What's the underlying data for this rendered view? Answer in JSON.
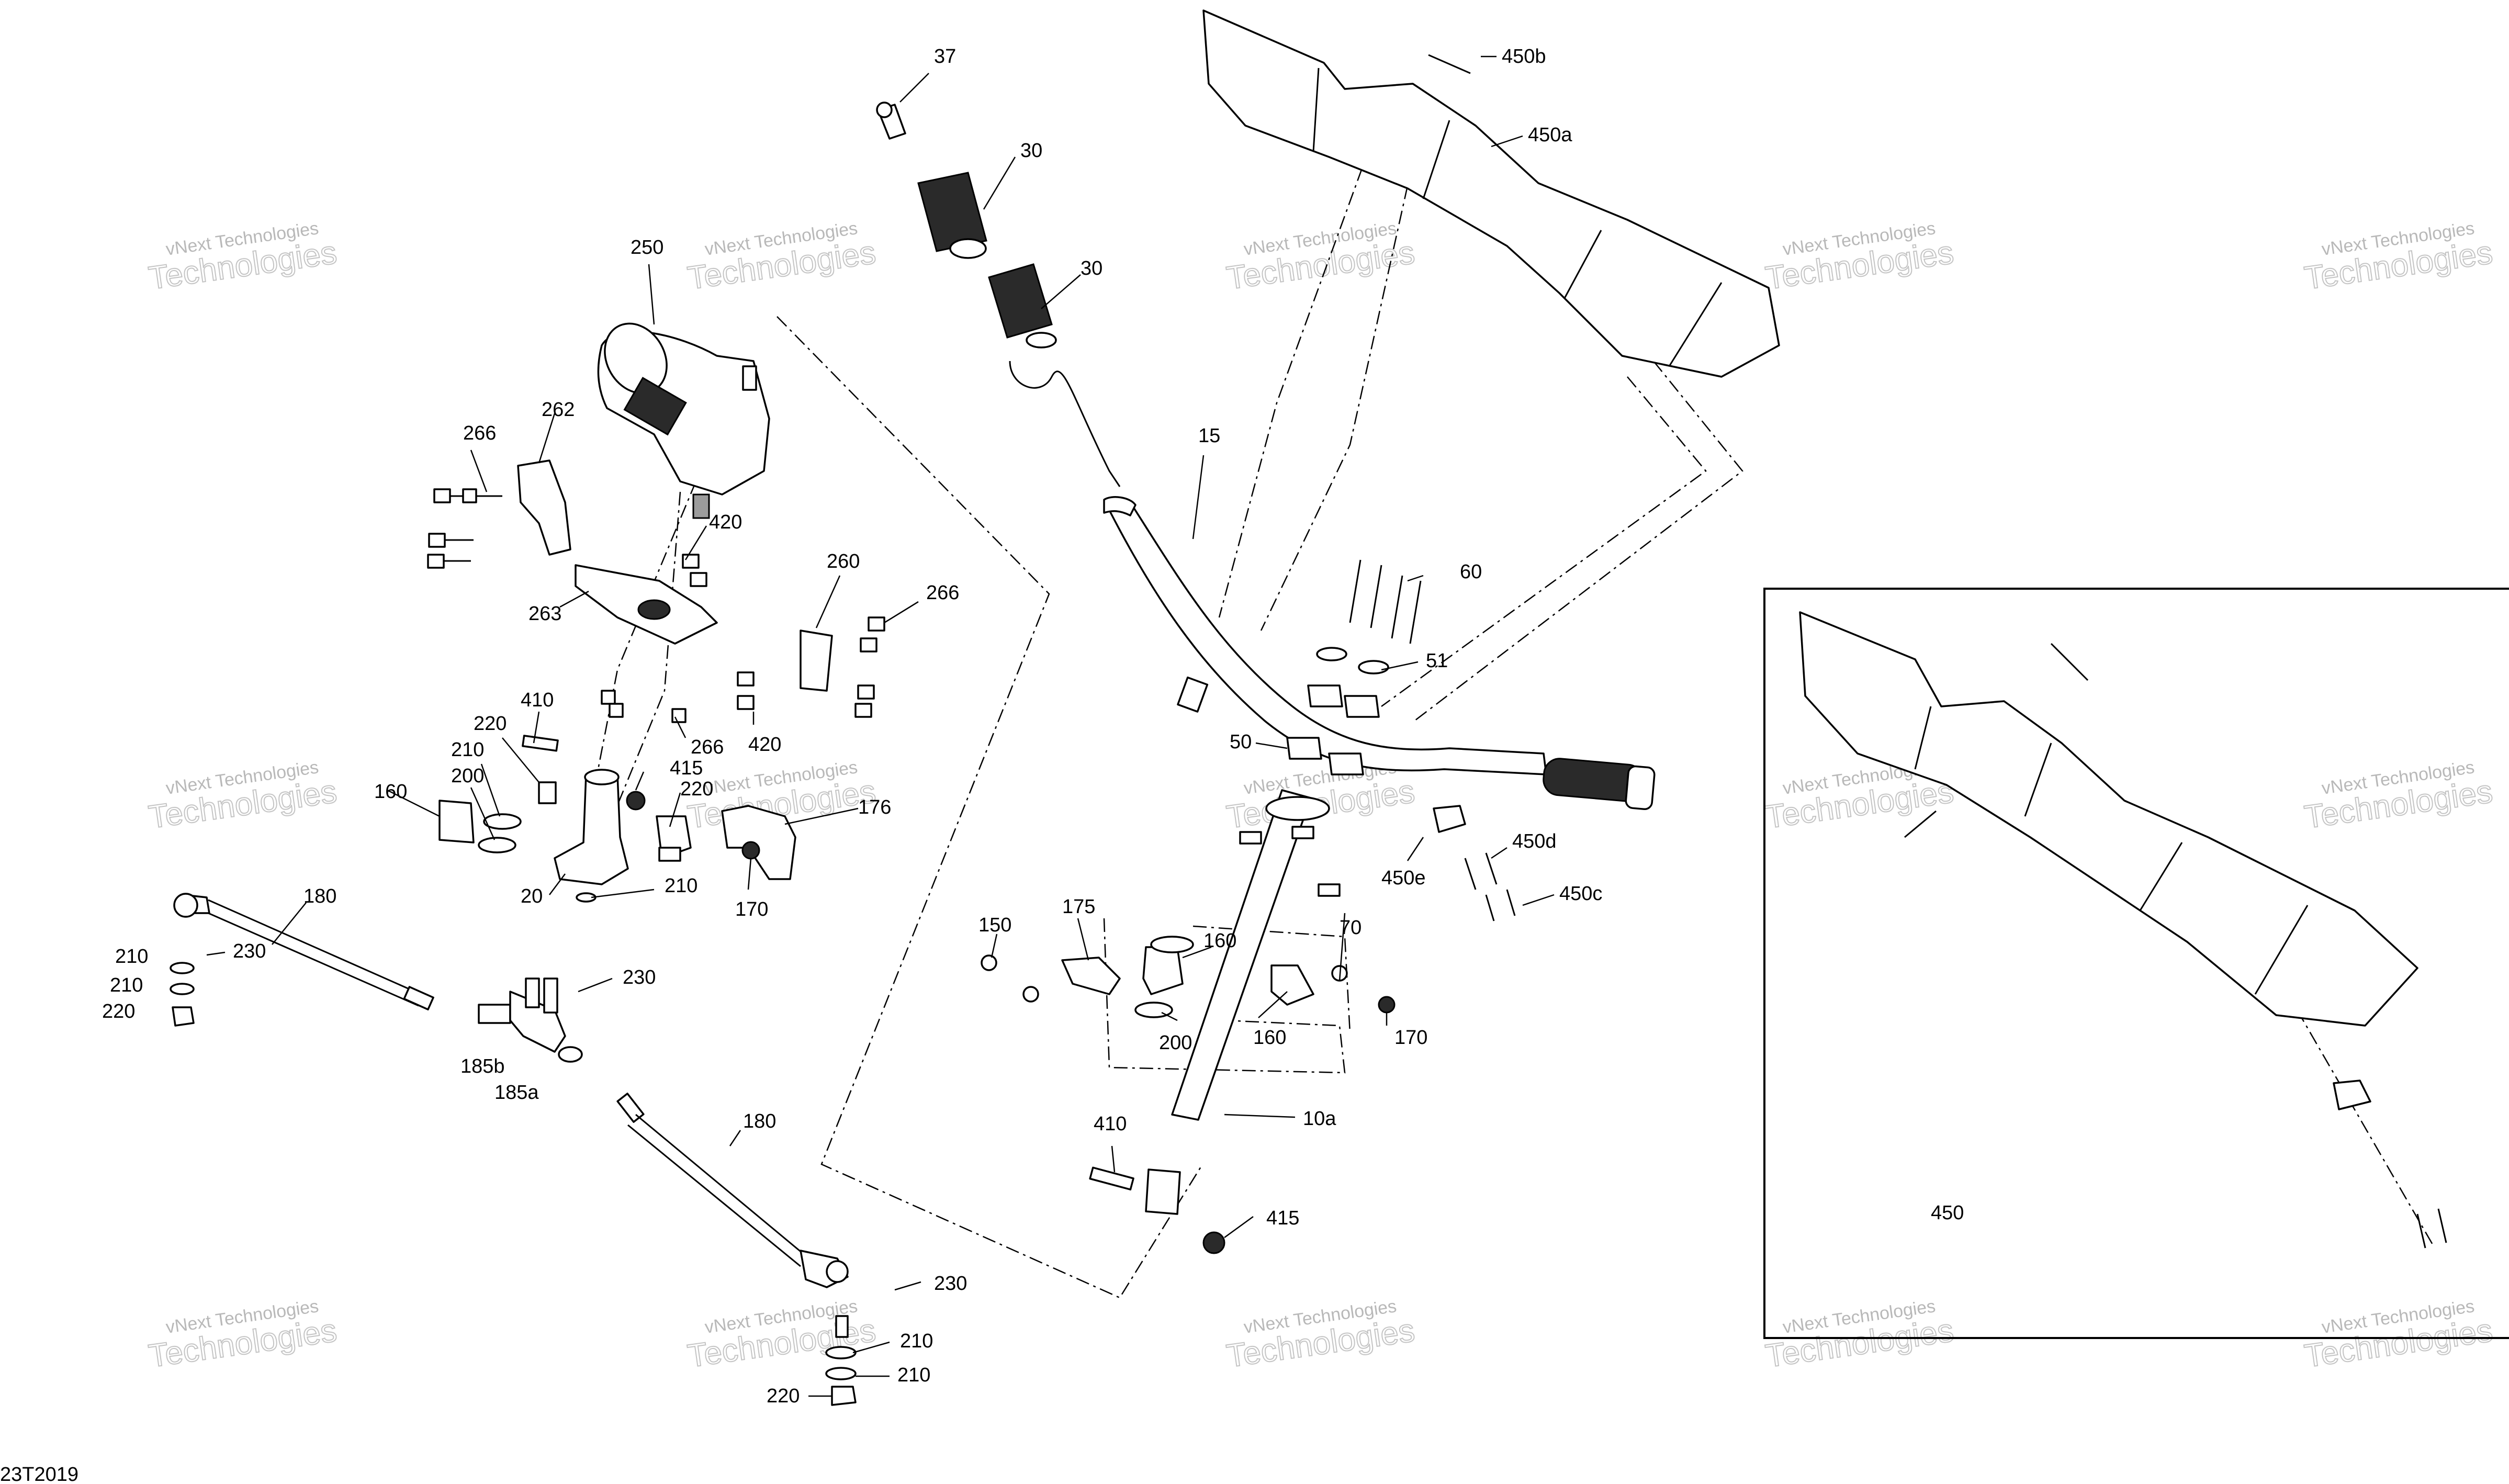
{
  "drawing_code": "23T2019",
  "inset_label": "450",
  "watermark": {
    "line1": "vNext Technologies",
    "line2": "Technologies"
  },
  "callouts": [
    "37",
    "30",
    "30",
    "15",
    "60",
    "51",
    "50",
    "450b",
    "450a",
    "450d",
    "450e",
    "450c",
    "250",
    "262",
    "266",
    "420",
    "263",
    "260",
    "266",
    "410",
    "220",
    "210",
    "200",
    "415",
    "220",
    "160",
    "266",
    "420",
    "176",
    "170",
    "20",
    "210",
    "180",
    "230",
    "210",
    "210",
    "220",
    "230",
    "185b",
    "185a",
    "180",
    "150",
    "175",
    "160",
    "200",
    "160",
    "70",
    "170",
    "410",
    "10a",
    "415",
    "230",
    "210",
    "210",
    "220"
  ]
}
